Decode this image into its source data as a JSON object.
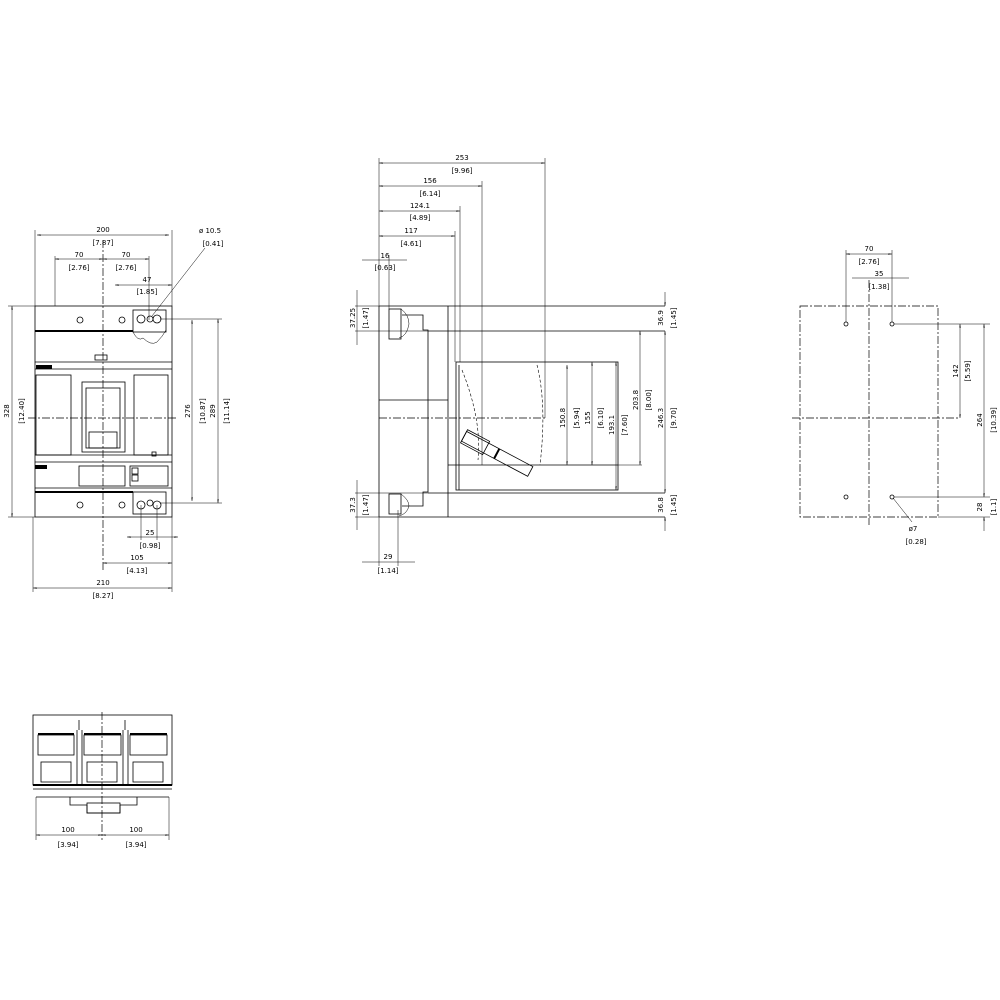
{
  "front_view": {
    "dims": [
      "200",
      "[7.87]",
      "70",
      "[2.76]",
      "70",
      "[2.76]",
      "47",
      "[1.85]",
      "ø 10.5",
      "[0.41]",
      "328",
      "[12.40]",
      "276",
      "[10.87]",
      "289",
      "[11.14]",
      "25",
      "[0.98]",
      "105",
      "[4.13]",
      "210",
      "[8.27]"
    ]
  },
  "side_view": {
    "dims": [
      "253",
      "[9.96]",
      "156",
      "[6.14]",
      "124.1",
      "[4.89]",
      "117",
      "[4.61]",
      "16",
      "[0.63]",
      "37.25",
      "[1.47]",
      "37.3",
      "[1.47]",
      "29",
      "[1.14]",
      "150.8",
      "[5.94]",
      "155",
      "[6.10]",
      "193.1",
      "[7.60]",
      "203.8",
      "[8.00]",
      "246.3",
      "[9.70]",
      "36.9",
      "[1.45]",
      "36.8",
      "[1.45]"
    ]
  },
  "mounting_view": {
    "dims": [
      "70",
      "[2.76]",
      "35",
      "[1.38]",
      "142",
      "[5.59]",
      "264",
      "[10.39]",
      "28",
      "[1.1]",
      "ø7",
      "[0.28]"
    ]
  },
  "bottom_view": {
    "dims": [
      "100",
      "[3.94]",
      "100",
      "[3.94]"
    ]
  }
}
